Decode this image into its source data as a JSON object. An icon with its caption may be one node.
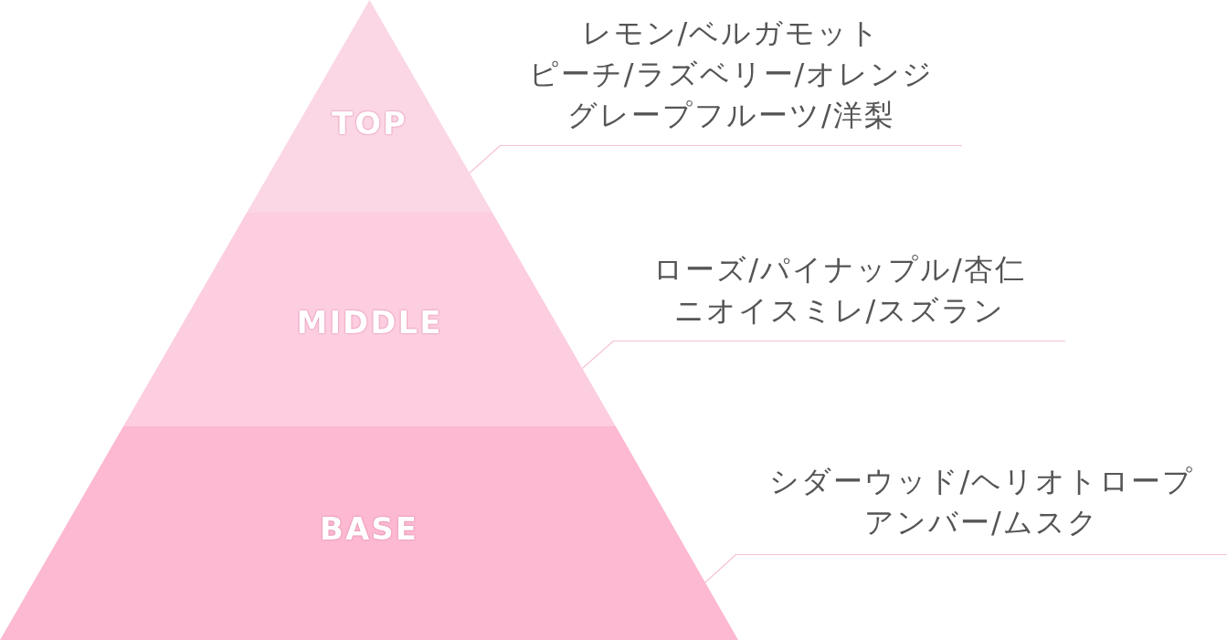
{
  "diagram": {
    "nodes": [
      {
        "text": [
          "TOP"
        ]
      },
      {
        "text": [
          "MIDDLE"
        ]
      },
      {
        "text": [
          "BASE"
        ]
      },
      {
        "text": [
          "レモン/ベルガモット",
          "ピーチ/ラズベリー/オレンジ",
          "グレープフルーツ/洋梨"
        ]
      },
      {
        "text": [
          "ローズ/パイナップル/杏仁",
          "ニオイスミレ/スズラン"
        ]
      },
      {
        "text": [
          "シダーウッド/ヘリオトロープ",
          "アンバー/ムスク"
        ]
      }
    ],
    "edges": [
      {
        "from": 3,
        "to": 0,
        "arrow": "none"
      },
      {
        "from": 4,
        "to": 1,
        "arrow": "none"
      },
      {
        "from": 5,
        "to": 2,
        "arrow": "none"
      }
    ]
  }
}
